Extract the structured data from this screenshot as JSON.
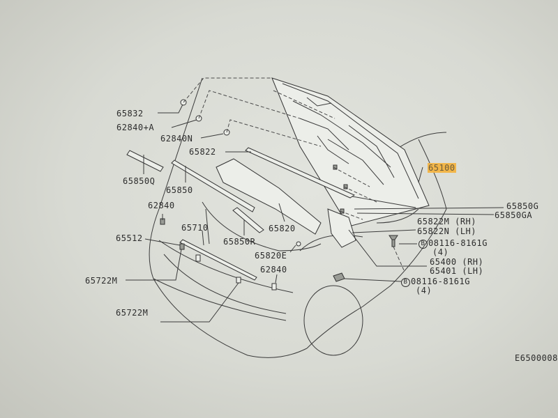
{
  "diagram_code": "E6500008",
  "highlight_color": "#f2b64a",
  "parts": {
    "p65832": "65832",
    "p62840A": "62840+A",
    "p62840N": "62840N",
    "p65822": "65822",
    "p65850Q": "65850Q",
    "p65850": "65850",
    "p62840_left": "62840",
    "p65512": "65512",
    "p65710": "65710",
    "p65850R": "65850R",
    "p65820": "65820",
    "p65820E": "65820E",
    "p62840_center": "62840",
    "p65722M_upper": "65722M",
    "p65722M_lower": "65722M",
    "p65100": "65100",
    "p65850G": "65850G",
    "p65850GA": "65850GA",
    "p65822M": "65822M",
    "p65822M_side": "(RH)",
    "p65822N": "65822N",
    "p65822N_side": "(LH)",
    "p65400": "65400",
    "p65400_side": "(RH)",
    "p65401": "65401",
    "p65401_side": "(LH)",
    "bolt_marker": "B",
    "bolt1": "08116-8161G",
    "bolt1_qty": "(4)",
    "bolt2": "08116-8161G",
    "bolt2_qty": "(4)"
  }
}
